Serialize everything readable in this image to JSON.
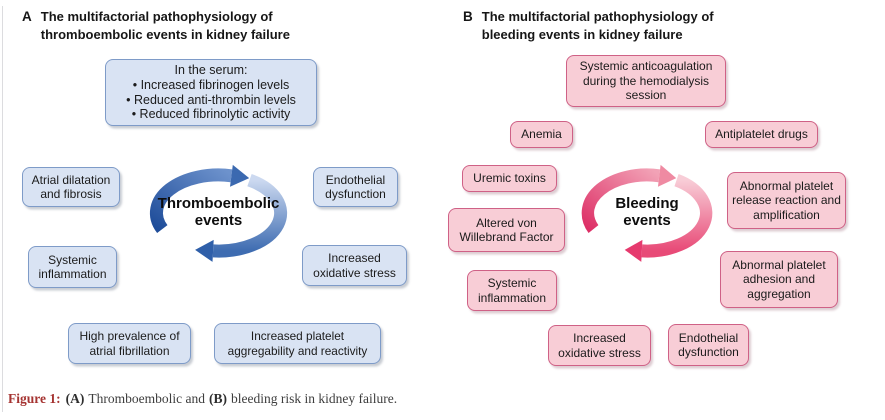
{
  "panel_a": {
    "letter": "A",
    "title_line1": "The multifactorial pathophysiology of",
    "title_line2": "thromboembolic events in kidney failure",
    "serum": {
      "heading": "In the serum:",
      "items": [
        "• Increased fibrinogen levels",
        "• Reduced anti-thrombin levels",
        "• Reduced fibrinolytic activity"
      ]
    },
    "cycle_line1": "Thromboembolic",
    "cycle_line2": "events",
    "nodes": [
      "Atrial dilatation and fibrosis",
      "Endothelial dysfunction",
      "Systemic inflammation",
      "Increased oxidative stress",
      "High prevalence of atrial fibrillation",
      "Increased platelet aggregability and reactivity"
    ]
  },
  "panel_b": {
    "letter": "B",
    "title_line1": "The multifactorial pathophysiology of",
    "title_line2": "bleeding events in kidney failure",
    "cycle_line1": "Bleeding",
    "cycle_line2": "events",
    "nodes": [
      "Systemic anticoagulation during the hemodialysis session",
      "Anemia",
      "Antiplatelet drugs",
      "Uremic toxins",
      "Abnormal platelet release reaction and amplification",
      "Altered von Willebrand Factor",
      "Abnormal platelet adhesion and aggregation",
      "Systemic inflammation",
      "Increased oxidative stress",
      "Endothelial dysfunction"
    ]
  },
  "caption": {
    "label": "Figure 1:",
    "part_a_bold": "(A)",
    "part_a_text": "Thromboembolic and",
    "part_b_bold": "(B)",
    "part_b_text": "bleeding risk in kidney failure."
  },
  "colors": {
    "blue_box_fill": "#d9e3f3",
    "blue_box_border": "#7e9bc8",
    "pink_box_fill": "#f8cdd6",
    "pink_box_border": "#cf6186",
    "blue_cycle_dark": "#2d5ba6",
    "blue_cycle_light": "#c8d5ee",
    "pink_cycle_dark": "#e0336a",
    "pink_cycle_light": "#f8cdd7",
    "caption_label_color": "#a53331"
  }
}
